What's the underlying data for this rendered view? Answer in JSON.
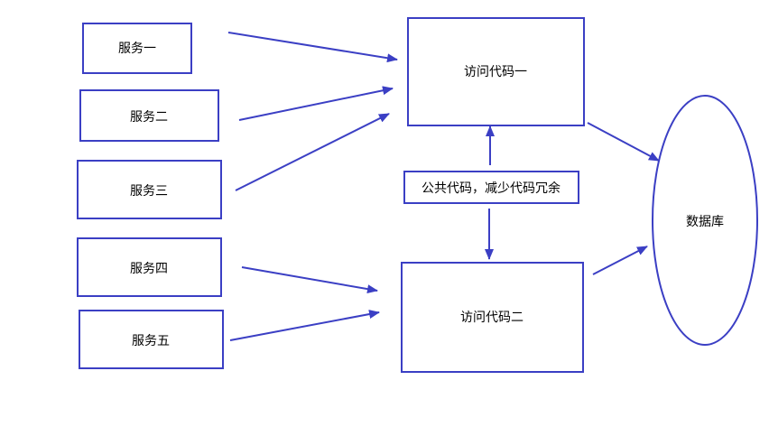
{
  "colors": {
    "stroke": "#3b3fc4",
    "background": "#ffffff",
    "text": "#000000"
  },
  "diagram": {
    "services": [
      {
        "label": "服务一"
      },
      {
        "label": "服务二"
      },
      {
        "label": "服务三"
      },
      {
        "label": "服务四"
      },
      {
        "label": "服务五"
      }
    ],
    "access_code_1": {
      "label": "访问代码一"
    },
    "access_code_2": {
      "label": "访问代码二"
    },
    "common_code_note": {
      "label": "公共代码，减少代码冗余"
    },
    "database": {
      "label": "数据库"
    }
  }
}
